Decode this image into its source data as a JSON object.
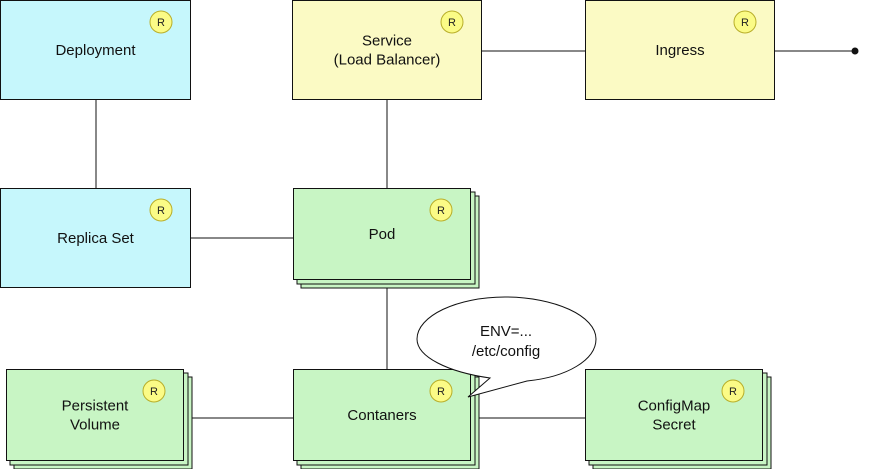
{
  "colors": {
    "blue_fill": "#c6f7fc",
    "yellow_fill": "#fbfac4",
    "green_fill": "#c8f5c4",
    "badge_fill": "#fbfb86",
    "badge_stroke": "#b8ae2a",
    "stroke": "#111111"
  },
  "badge_letter": "R",
  "nodes": {
    "deployment": {
      "lines": [
        "Deployment"
      ]
    },
    "service": {
      "lines": [
        "Service",
        "(Load Balancer)"
      ]
    },
    "ingress": {
      "lines": [
        "Ingress"
      ]
    },
    "replica_set": {
      "lines": [
        "Replica Set"
      ]
    },
    "pod": {
      "lines": [
        "Pod"
      ]
    },
    "persistent_volume": {
      "lines": [
        "Persistent",
        "Volume"
      ]
    },
    "containers": {
      "lines": [
        "Contaners"
      ]
    },
    "configmap_secret": {
      "lines": [
        "ConfigMap",
        "Secret"
      ]
    }
  },
  "callout": {
    "lines": [
      "ENV=...",
      "/etc/config"
    ]
  }
}
